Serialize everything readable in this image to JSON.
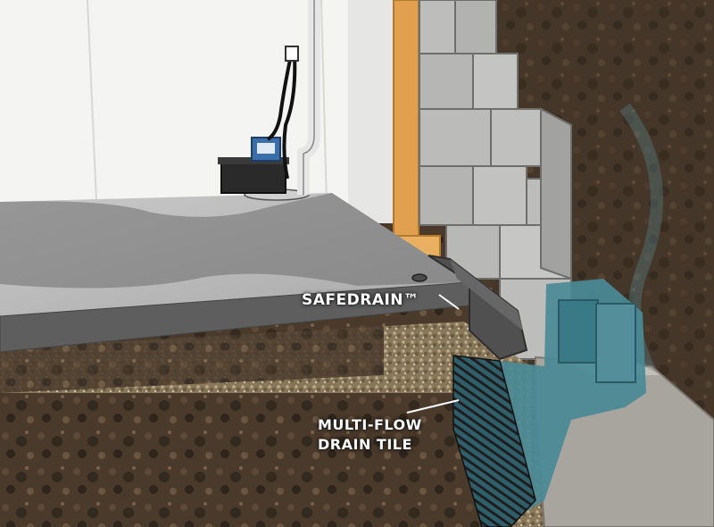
{
  "callouts": {
    "safedrain": "SAFEDRAIN™",
    "drain_tile_line1": "MULTI-FLOW",
    "drain_tile_line2": "DRAIN TILE"
  },
  "colors": {
    "soil": "#4a3a2c",
    "soil_dark": "#2c231c",
    "wall_white": "#f4f4f2",
    "floor_slab": "#6d6d6d",
    "floor_surface": "#bcbcbc",
    "gravel": "#9a8a6a",
    "block": "#b8b8b6",
    "waterproofing": "#4a8a96",
    "wood": "#e0a050",
    "footing": "#a8a59e"
  },
  "icons": [
    "sump-pump-icon",
    "outlet-icon",
    "discharge-pipe-icon",
    "floor-drain-icon"
  ]
}
